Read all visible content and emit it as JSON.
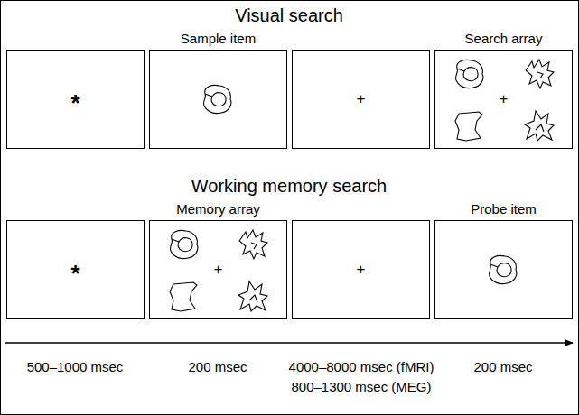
{
  "diagram": {
    "nodes": [
      {
        "text": [
          "*"
        ]
      },
      {
        "text": [
          "Sample item"
        ]
      },
      {
        "text": [
          "+"
        ]
      },
      {
        "text": [
          "Search array",
          "+"
        ]
      },
      {
        "text": [
          "*"
        ]
      },
      {
        "text": [
          "Memory array",
          "+"
        ]
      },
      {
        "text": [
          "+"
        ]
      },
      {
        "text": [
          "Probe item"
        ]
      }
    ],
    "labels": [
      "Visual search",
      "Working memory search",
      "500–1000 msec",
      "200 msec",
      "4000–8000 msec (fMRI)",
      "800–1300 msec (MEG)",
      "200 msec"
    ]
  }
}
